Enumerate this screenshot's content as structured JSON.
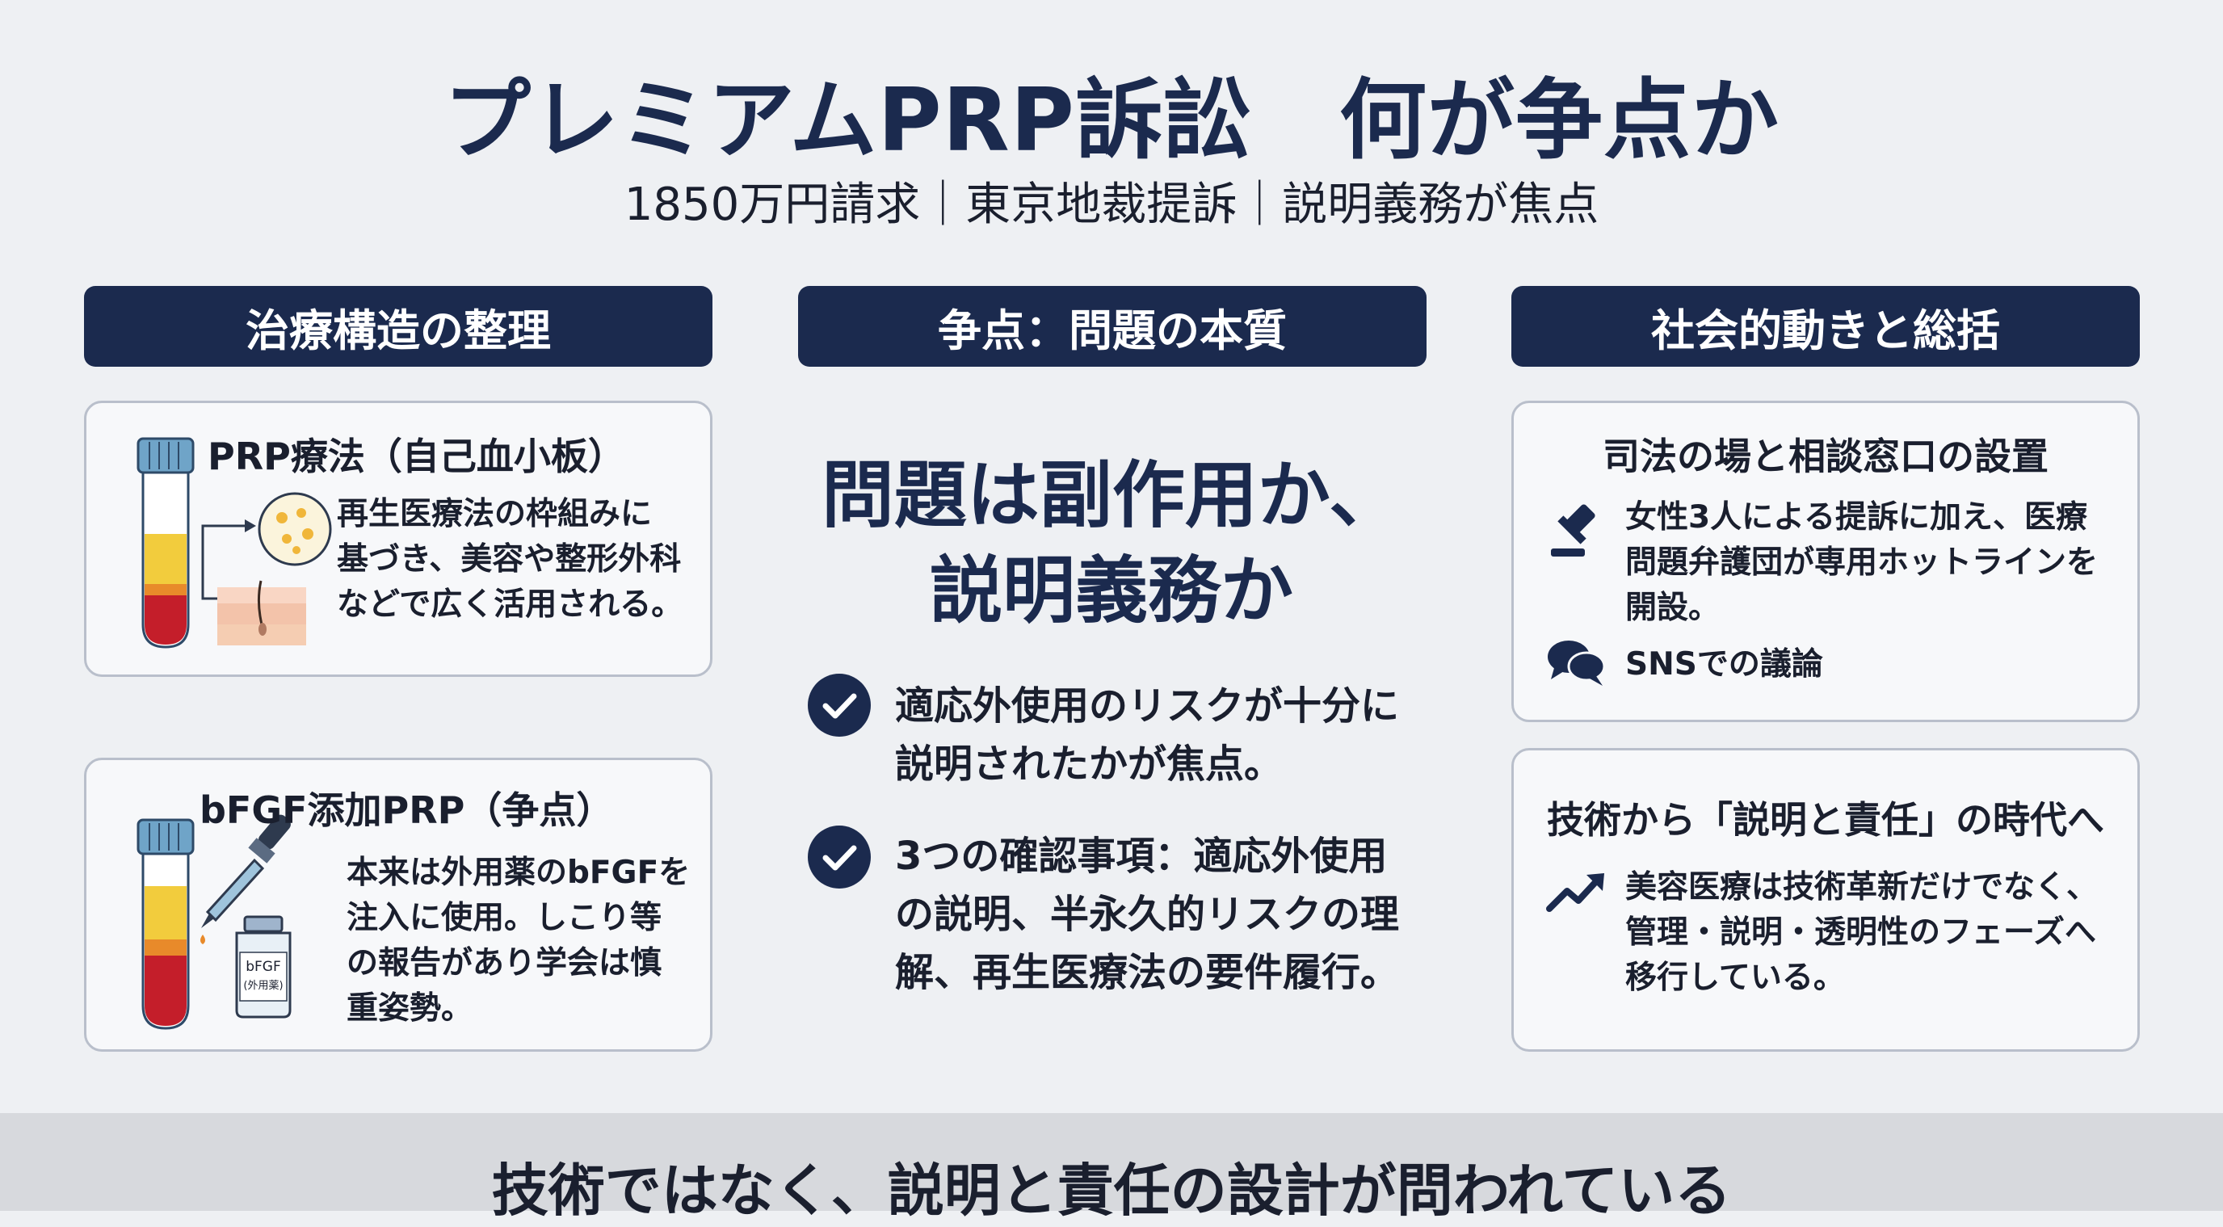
{
  "header": {
    "title": "プレミアムPRP訴訟　何が争点か",
    "subtitle": "1850万円請求｜東京地裁提訴｜説明義務が焦点"
  },
  "columns": {
    "left": {
      "heading": "治療構造の整理",
      "cards": [
        {
          "title": "PRP療法（自己血小板）",
          "lines": [
            "再生医療法の枠組みに",
            "基づき、美容や整形外科",
            "などで広く活用される。"
          ]
        },
        {
          "title": "bFGF添加PRP（争点）",
          "lines": [
            "本来は外用薬のbFGFを",
            "注入に使用。しこり等",
            "の報告があり学会は慎",
            "重姿勢。"
          ],
          "bottle_label": "bFGF",
          "bottle_sublabel": "(外用薬)"
        }
      ]
    },
    "middle": {
      "heading": "争点：問題の本質",
      "question_lines": [
        "問題は副作用か、",
        "説明義務か"
      ],
      "points": [
        {
          "lines": [
            "適応外使用のリスクが十分に",
            "説明されたかが焦点。"
          ]
        },
        {
          "lines": [
            "3つの確認事項：適応外使用",
            "の説明、半永久的リスクの理",
            "解、再生医療法の要件履行。"
          ]
        }
      ]
    },
    "right": {
      "heading": "社会的動きと総括",
      "cards": [
        {
          "title": "司法の場と相談窓口の設置",
          "items": [
            {
              "lines": [
                "女性3人による提訴に加え、医療",
                "問題弁護団が専用ホットラインを",
                "開設。"
              ]
            },
            {
              "lines": [
                "SNSでの議論"
              ]
            }
          ]
        },
        {
          "title": "技術から「説明と責任」の時代へ",
          "lines": [
            "美容医療は技術革新だけでなく、",
            "管理・説明・透明性のフェーズへ",
            "移行している。"
          ]
        }
      ]
    }
  },
  "footer": {
    "message": "技術ではなく、説明と責任の設計が問われている"
  },
  "colors": {
    "navy": "#1b2a4e",
    "background": "#eef0f3",
    "footer_band": "#d7d9dd",
    "blood_red": "#c41e2a",
    "plasma_yellow": "#f2cc3d"
  }
}
